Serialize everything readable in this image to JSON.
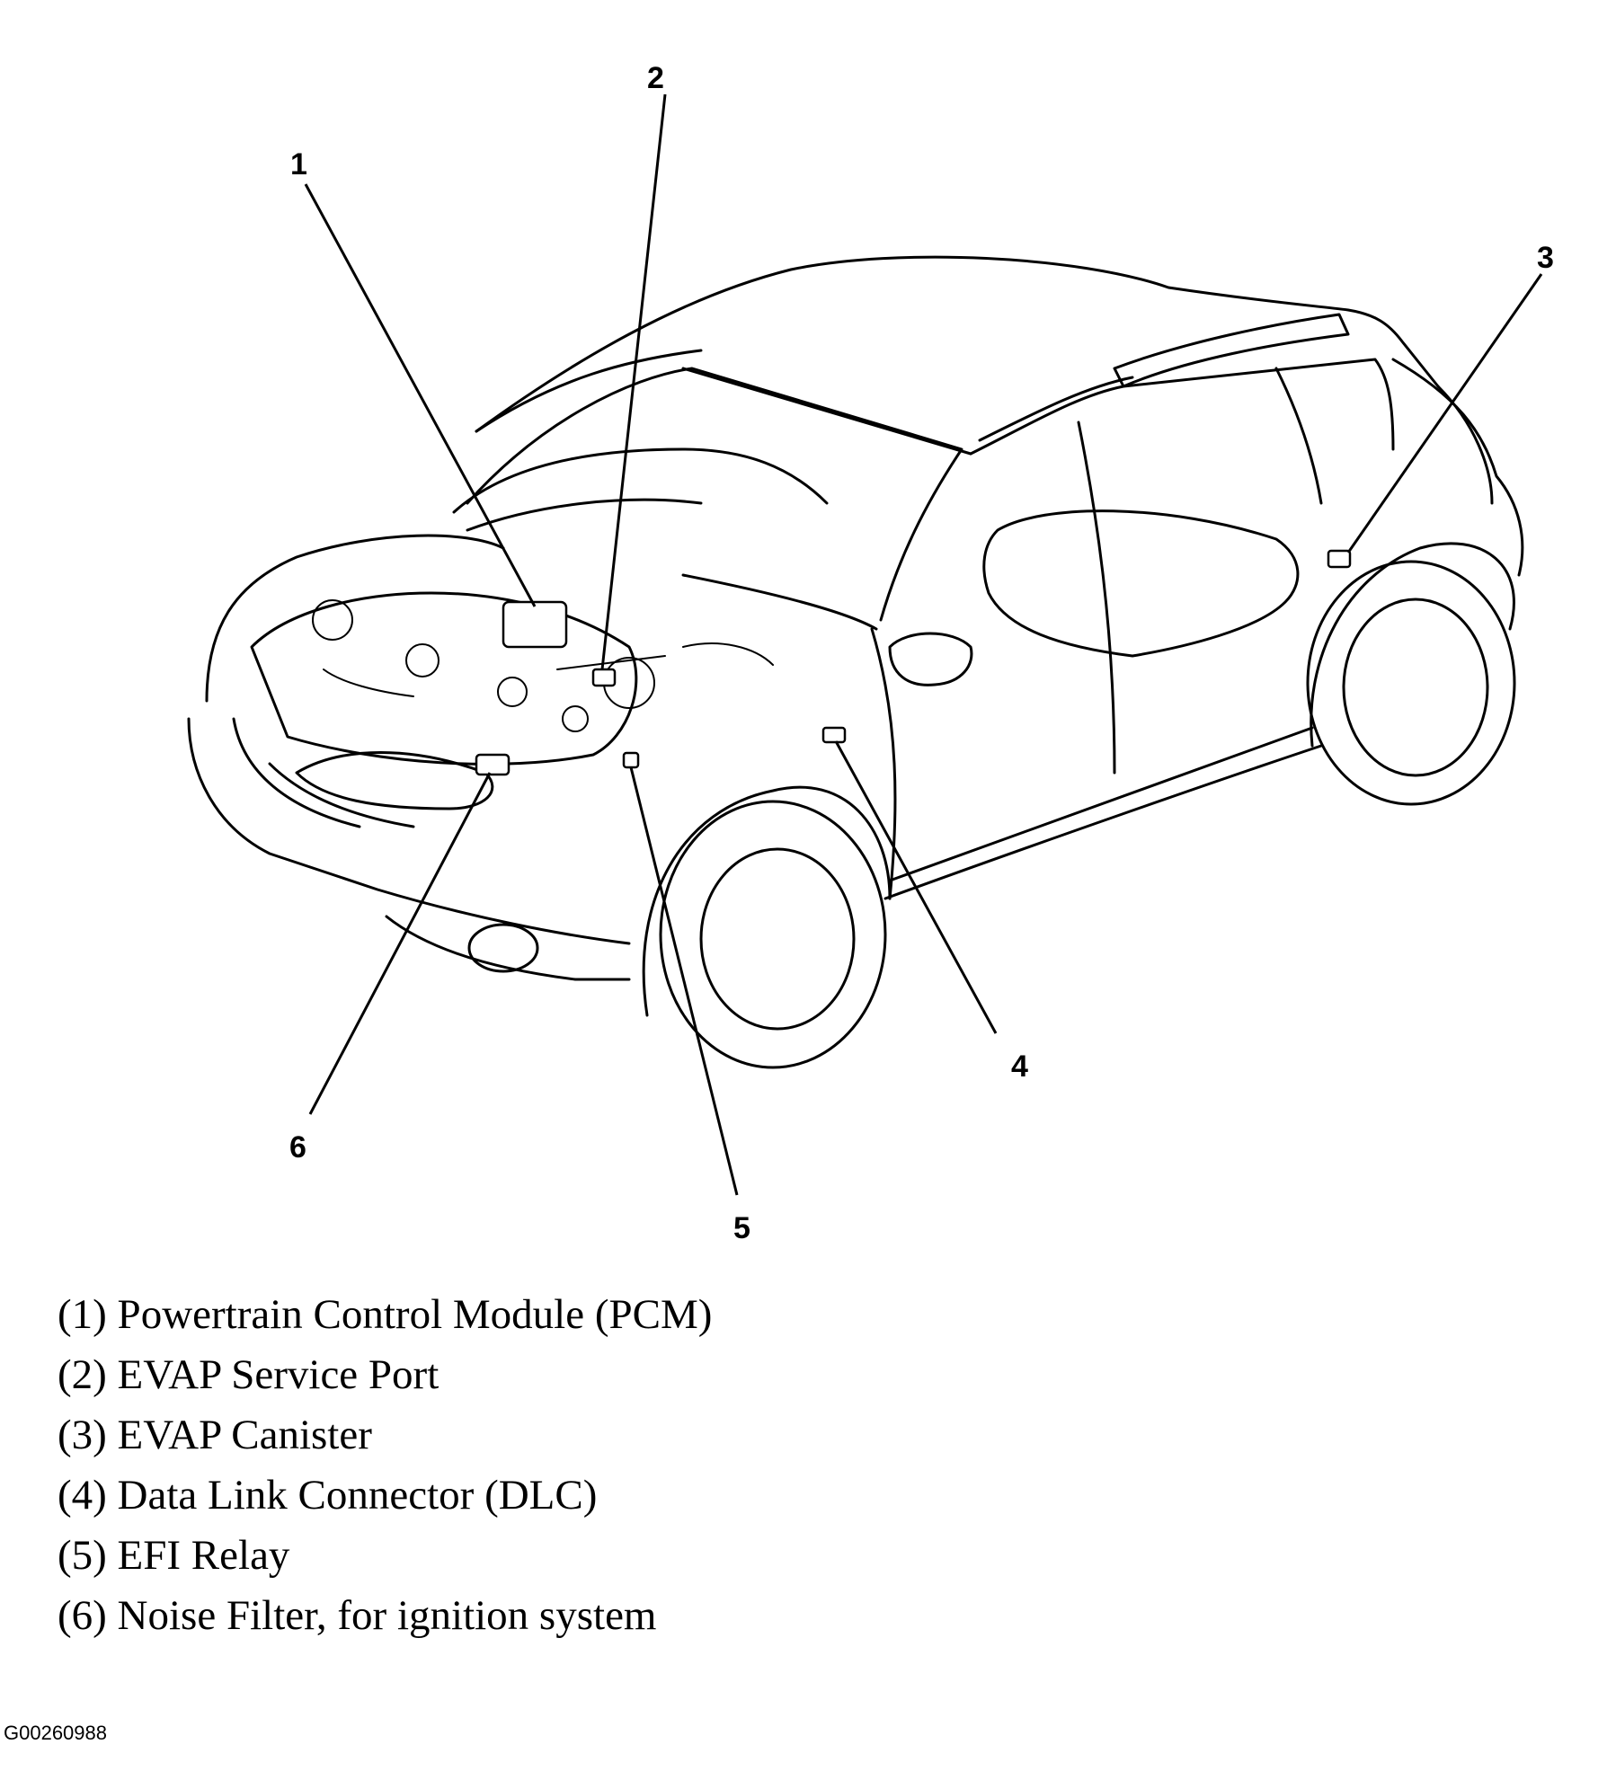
{
  "callouts": [
    {
      "number": "1",
      "label": "(1) Powertrain Control Module (PCM)"
    },
    {
      "number": "2",
      "label": "(2) EVAP Service Port"
    },
    {
      "number": "3",
      "label": "(3) EVAP Canister"
    },
    {
      "number": "4",
      "label": "(4) Data Link Connector (DLC)"
    },
    {
      "number": "5",
      "label": "(5) EFI Relay"
    },
    {
      "number": "6",
      "label": "(6) Noise Filter, for ignition system"
    }
  ],
  "figure_code": "G00260988"
}
